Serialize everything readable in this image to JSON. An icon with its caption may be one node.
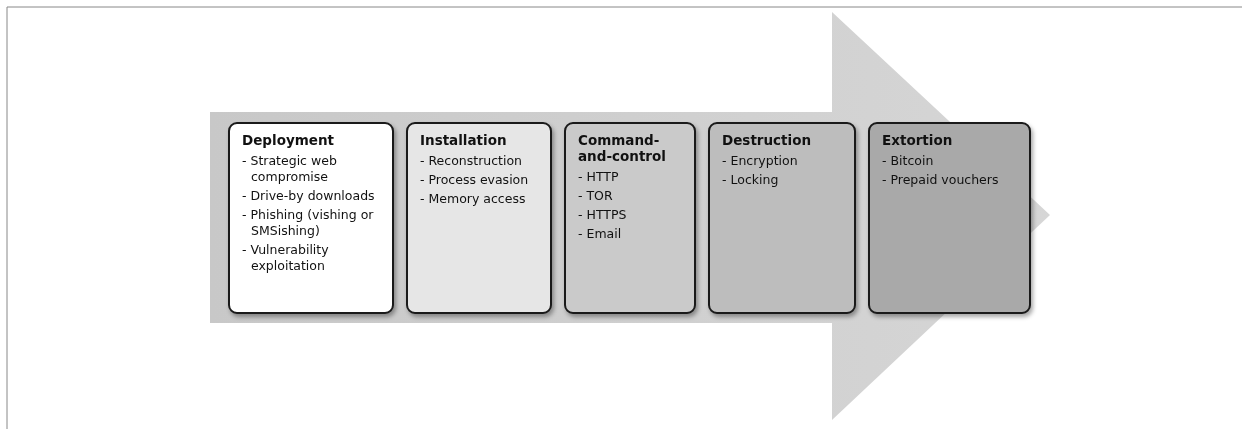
{
  "diagram": {
    "nodes": [
      {
        "text": [],
        "shape": "arrow"
      },
      {
        "text": [
          "Deployment",
          "- Strategic web compromise",
          "- Drive-by downloads",
          "- Phishing (vishing or SMSishing)",
          "- Vulnerability exploitation"
        ],
        "in": 0
      },
      {
        "text": [
          "Installation",
          "- Reconstruction",
          "- Process evasion",
          "- Memory access"
        ],
        "in": 0
      },
      {
        "text": [
          "Command-and-control",
          "- HTTP",
          "- TOR",
          "- HTTPS",
          "- Email"
        ],
        "in": 0
      },
      {
        "text": [
          "Destruction",
          "- Encryption",
          "- Locking"
        ],
        "in": 0
      },
      {
        "text": [
          "Extortion",
          "- Bitcoin",
          "- Prepaid vouchers"
        ],
        "in": 0
      }
    ]
  }
}
